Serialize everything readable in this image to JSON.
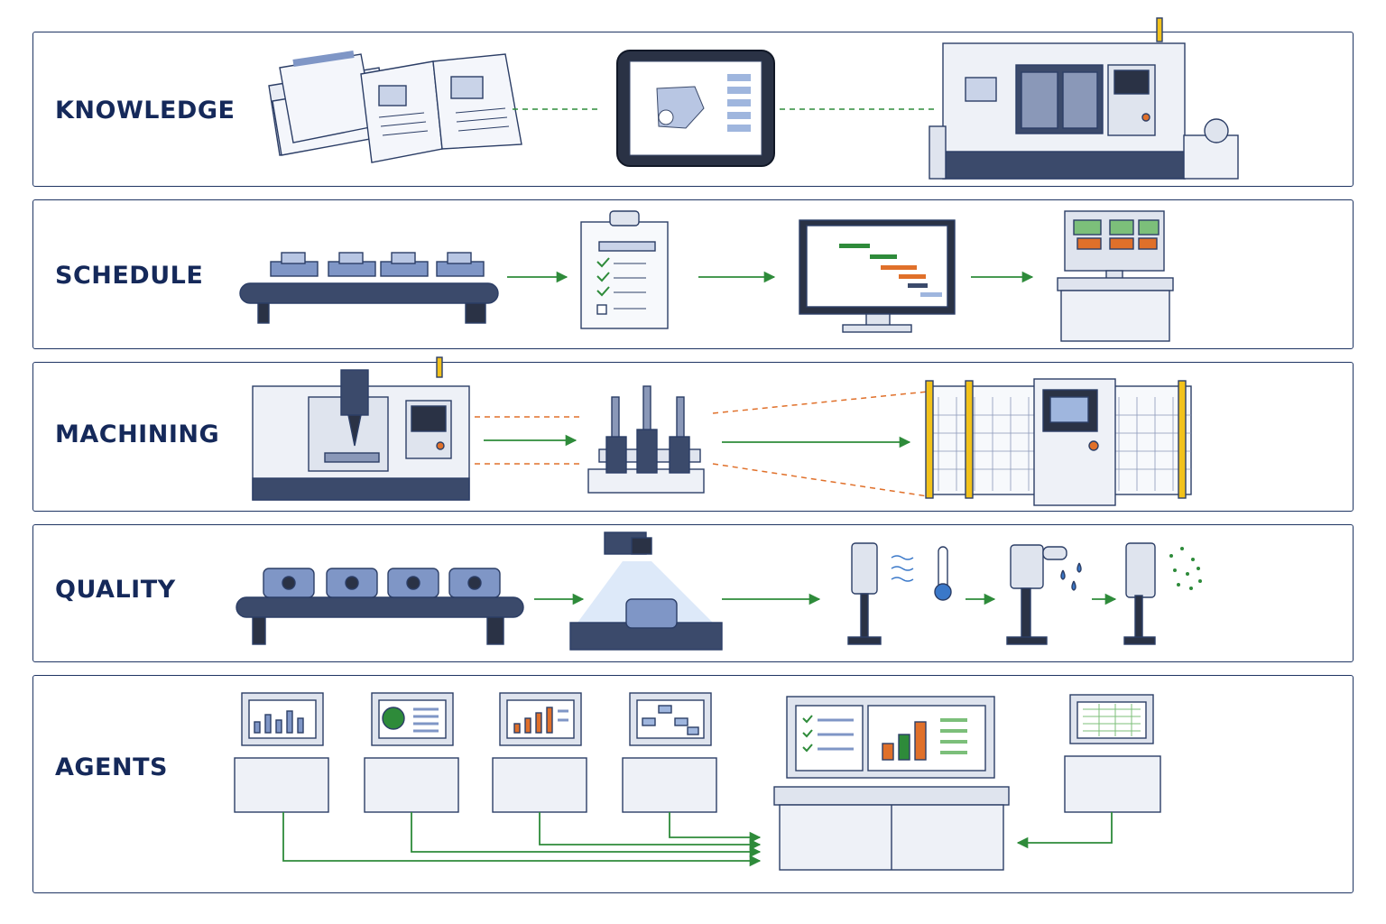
{
  "rows": [
    {
      "label": "KNOWLEDGE"
    },
    {
      "label": "SCHEDULE"
    },
    {
      "label": "MACHINING"
    },
    {
      "label": "QUALITY"
    },
    {
      "label": "AGENTS"
    }
  ],
  "colors": {
    "frame": "#1f3563",
    "label": "#15295a",
    "flow_arrow": "#2e8b3a",
    "dashed_orange": "#e0702a",
    "dashed_green": "#2e8b3a",
    "machine_body": "#eef1f7",
    "machine_dark": "#3b4a6b",
    "screen_blue": "#dfe8f6",
    "accent_yellow": "#f2c21b",
    "gauge_blue": "#3a78c9"
  },
  "icons": {
    "knowledge": [
      "manual-books-icon",
      "tablet-drawing-icon",
      "cnc-lathe-icon"
    ],
    "schedule": [
      "conveyor-parts-icon",
      "checklist-clipboard-icon",
      "gantt-monitor-icon",
      "workstation-terminal-icon"
    ],
    "machining": [
      "vertical-mill-icon",
      "tool-holders-icon",
      "robot-cell-icon"
    ],
    "quality": [
      "conveyor-castings-icon",
      "vision-camera-icon",
      "sensors-icon"
    ],
    "agents": [
      "agent-terminal-icon",
      "central-console-icon"
    ]
  }
}
